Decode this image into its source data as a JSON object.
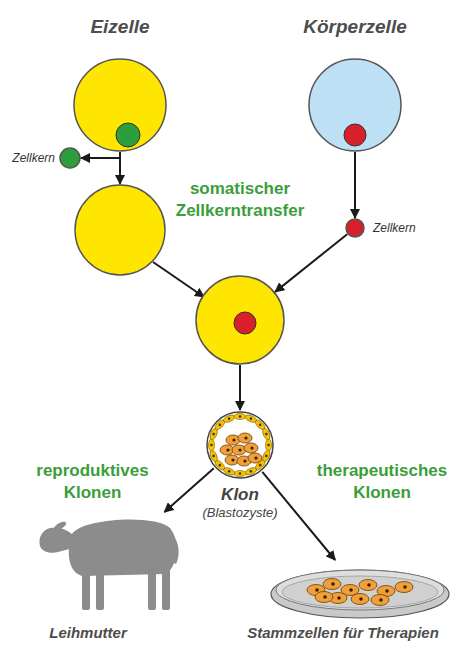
{
  "diagram": {
    "nodes": [
      {
        "text": [
          "Eizelle"
        ]
      },
      {
        "text": [
          "Körperzelle"
        ]
      },
      {
        "text": [
          "Zellkern"
        ]
      },
      {
        "text": [
          "somatischer Zellkerntransfer"
        ]
      },
      {
        "text": [
          "Zellkern"
        ]
      },
      {
        "text": [
          "Klon",
          "(Blastozyste)"
        ]
      },
      {
        "text": [
          "Leihmutter"
        ]
      },
      {
        "text": [
          "Stammzellen für Therapien"
        ]
      }
    ],
    "edges": [
      {
        "from": 0,
        "to": 2,
        "arrow": "to"
      },
      {
        "from": 1,
        "to": 4,
        "arrow": "to"
      },
      {
        "from": 4,
        "to": 3,
        "arrow": "to"
      },
      {
        "from": 3,
        "to": 5,
        "arrow": "to"
      },
      {
        "from": 5,
        "to": 6,
        "arrow": "to",
        "label": "reproduktives Klonen"
      },
      {
        "from": 5,
        "to": 7,
        "arrow": "to",
        "label": "therapeutisches Klonen"
      }
    ]
  }
}
